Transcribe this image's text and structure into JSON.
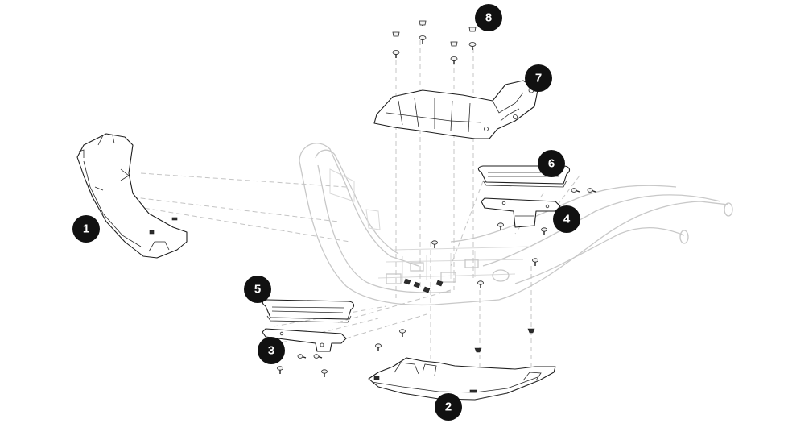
{
  "diagram": {
    "type": "exploded-parts-view",
    "callouts": [
      {
        "label": "1"
      },
      {
        "label": "2"
      },
      {
        "label": "3"
      },
      {
        "label": "4"
      },
      {
        "label": "5"
      },
      {
        "label": "6"
      },
      {
        "label": "7"
      },
      {
        "label": "8"
      }
    ]
  }
}
